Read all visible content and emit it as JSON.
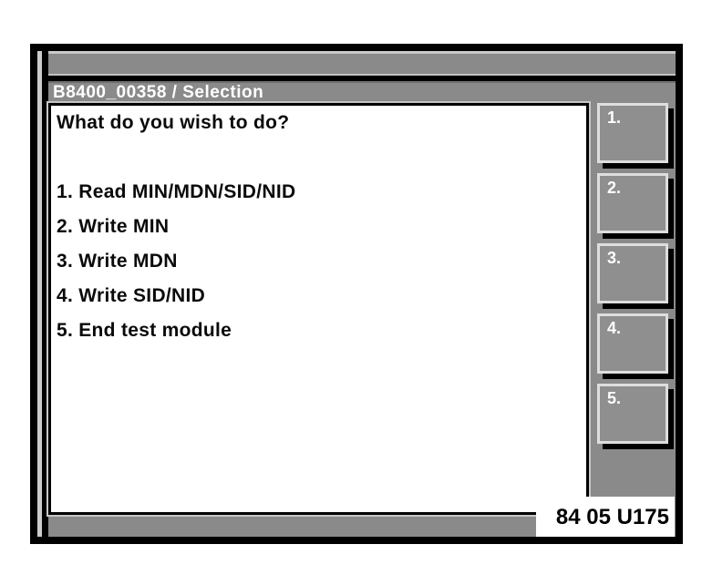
{
  "window": {
    "title": "B8400_00358 / Selection"
  },
  "content": {
    "question": "What do you wish to do?",
    "menu_items": [
      "1. Read MIN/MDN/SID/NID",
      "2. Write MIN",
      "3. Write MDN",
      "4. Write SID/NID",
      "5. End test module"
    ]
  },
  "side_buttons": [
    "1.",
    "2.",
    "3.",
    "4.",
    "5."
  ],
  "status_bar": {
    "code": "84 05 U175"
  },
  "colors": {
    "panel_gray": "#8a8a8a",
    "bevel_light": "#dedede",
    "shadow_black": "#000000",
    "content_bg": "#ffffff",
    "title_text": "#ffffff",
    "text_black": "#0a0a0a"
  }
}
